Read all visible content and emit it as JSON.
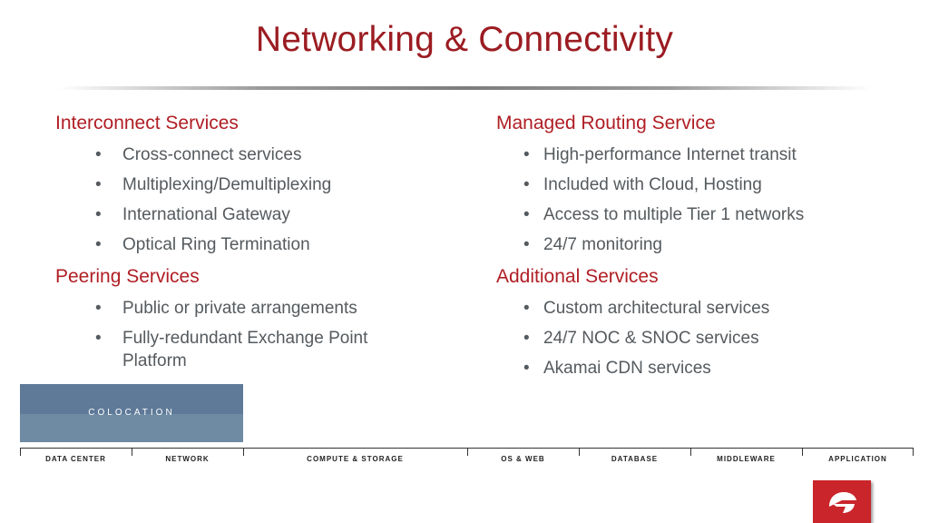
{
  "slide": {
    "title": "Networking & Connectivity"
  },
  "left_column": {
    "sections": [
      {
        "heading": "Interconnect Services",
        "items": [
          "Cross-connect services",
          "Multiplexing/Demultiplexing",
          "International Gateway",
          "Optical Ring Termination"
        ]
      },
      {
        "heading": "Peering Services",
        "items": [
          "Public or private arrangements",
          "Fully-redundant Exchange Point Platform"
        ]
      }
    ]
  },
  "right_column": {
    "sections": [
      {
        "heading": "Managed Routing Service",
        "items": [
          "High-performance Internet transit",
          "Included with Cloud, Hosting",
          "Access to multiple Tier 1 networks",
          "24/7 monitoring"
        ]
      },
      {
        "heading": "Additional Services",
        "items": [
          "Custom architectural services",
          "24/7 NOC & SNOC services",
          "Akamai CDN services"
        ]
      }
    ]
  },
  "stack": {
    "colocation_label": "COLOCATION",
    "layers": [
      "DATA CENTER",
      "NETWORK",
      "COMPUTE & STORAGE",
      "OS & WEB",
      "DATABASE",
      "MIDDLEWARE",
      "APPLICATION"
    ]
  },
  "colors": {
    "title": "#9b1c22",
    "heading": "#b01e24",
    "body_text": "#555a5e",
    "colocation_top": "#5e7a98",
    "colocation_bottom": "#6f8ba3",
    "logo_bg": "#c9252b"
  },
  "logo": {
    "icon": "company-logo-icon"
  }
}
